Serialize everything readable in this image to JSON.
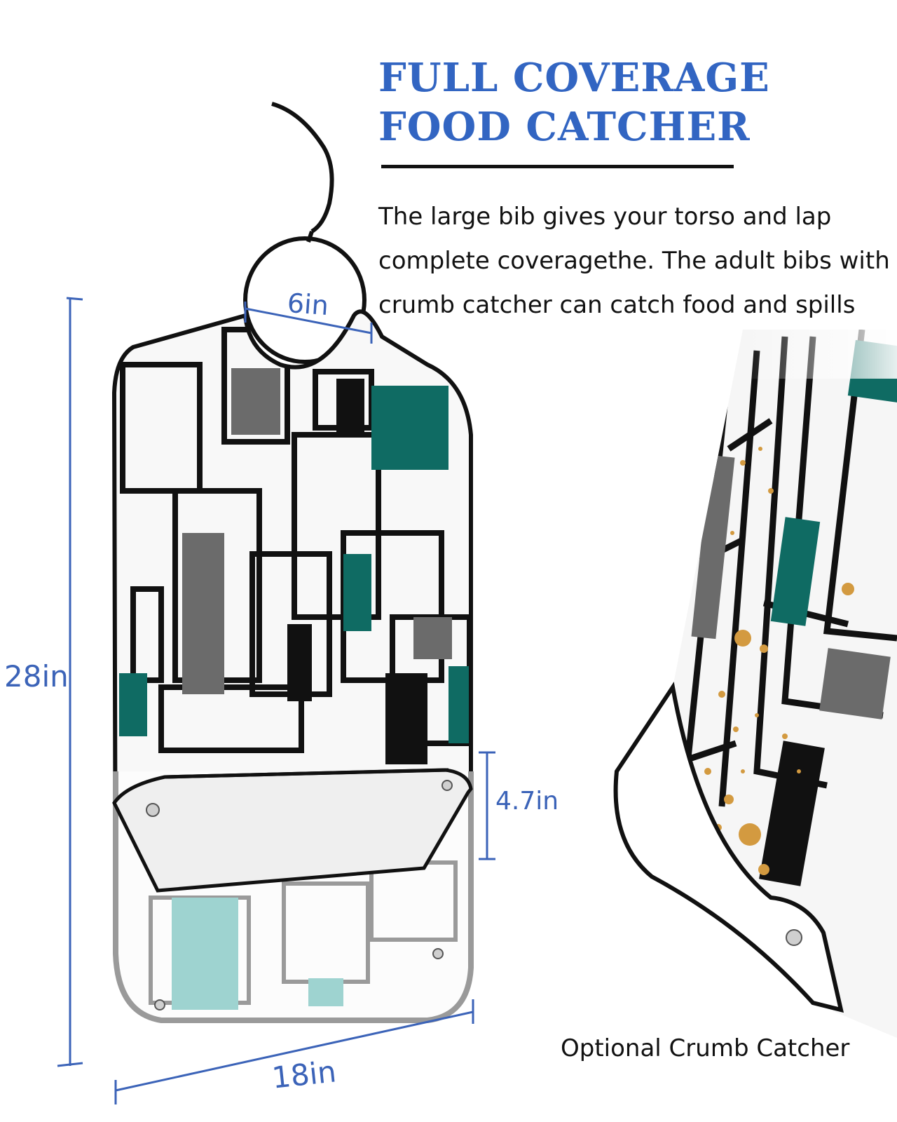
{
  "heading": {
    "line1": "FULL COVERAGE",
    "line2": "FOOD CATCHER"
  },
  "description": {
    "line1": "The large bib gives your torso and lap",
    "line2": "complete coveragethe. The adult bibs with",
    "line3": "crumb catcher can catch food and spills"
  },
  "dimensions": {
    "neck": "6in",
    "length": "28in",
    "pocket": "4.7in",
    "width": "18in"
  },
  "caption": "Optional Crumb Catcher",
  "colors": {
    "heading": "#3265c2",
    "dimension_lines": "#3b63b8",
    "teal": "#0f6b63",
    "gray": "#6b6b6b",
    "black": "#111111"
  }
}
